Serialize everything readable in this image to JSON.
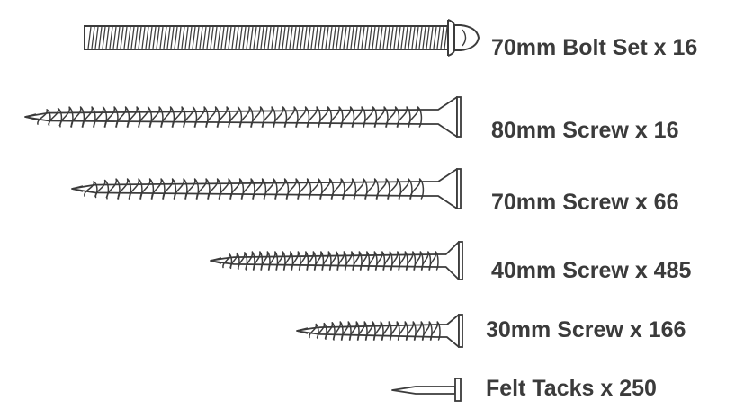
{
  "items": [
    {
      "label": "70mm Bolt Set x 16",
      "icon": "bolt-icon"
    },
    {
      "label": "80mm Screw x 16",
      "icon": "screw-icon"
    },
    {
      "label": "70mm Screw x 66",
      "icon": "screw-icon"
    },
    {
      "label": "40mm Screw x 485",
      "icon": "screw-icon"
    },
    {
      "label": "30mm Screw x 166",
      "icon": "screw-icon"
    },
    {
      "label": "Felt Tacks x 250",
      "icon": "tack-icon"
    }
  ],
  "colors": {
    "stroke": "#3b3b3b",
    "background": "#ffffff"
  }
}
